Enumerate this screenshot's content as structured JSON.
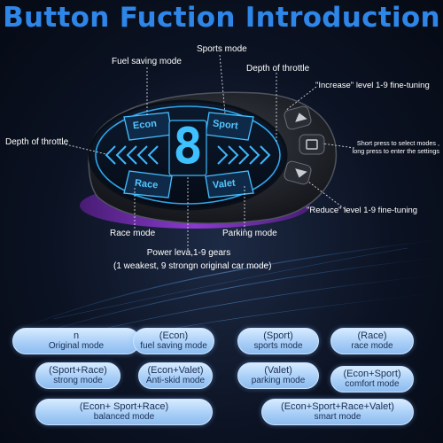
{
  "title": "Button Fuction Introduction",
  "device": {
    "display_digit": "8",
    "modes": {
      "top_left": "Econ",
      "top_right": "Sport",
      "bottom_left": "Race",
      "bottom_right": "Valet"
    }
  },
  "callouts": {
    "fuel_saving": "Fuel saving mode",
    "sports": "Sports mode",
    "depth_right": "Depth of throttle",
    "depth_left": "Depth of throttle",
    "increase": "\"Increase\" level 1-9 fine-tuning",
    "short_press_1": "Short press to select modes ,",
    "short_press_2": "long press to enter the settings",
    "reduce": "\"Reduce\" level 1-9 fine-tuning",
    "race": "Race mode",
    "parking": "Parking mode",
    "power_1": "Power leva,1-9 gears",
    "power_2": "(1 weakest, 9 strongn original car mode)"
  },
  "mode_buttons": [
    {
      "line1": "n",
      "line2": "Original mode"
    },
    {
      "line1": "(Econ)",
      "line2": "fuel saving mode"
    },
    {
      "line1": "(Sport)",
      "line2": "sports mode"
    },
    {
      "line1": "(Race)",
      "line2": "race mode"
    },
    {
      "line1": "(Sport+Race)",
      "line2": "strong mode"
    },
    {
      "line1": "(Econ+Valet)",
      "line2": "Anti-skid mode"
    },
    {
      "line1": "(Valet)",
      "line2": "parking mode"
    },
    {
      "line1": "(Econ+Sport)",
      "line2": "comfort mode"
    },
    {
      "line1": "(Econ+ Sport+Race)",
      "line2": "balanced mode"
    },
    {
      "line1": "(Econ+Sport+Race+Valet)",
      "line2": "smart mode"
    }
  ],
  "colors": {
    "title": "#2e86e8",
    "screen_glow": "#35b6ff",
    "pill": "#b6d8fb"
  }
}
